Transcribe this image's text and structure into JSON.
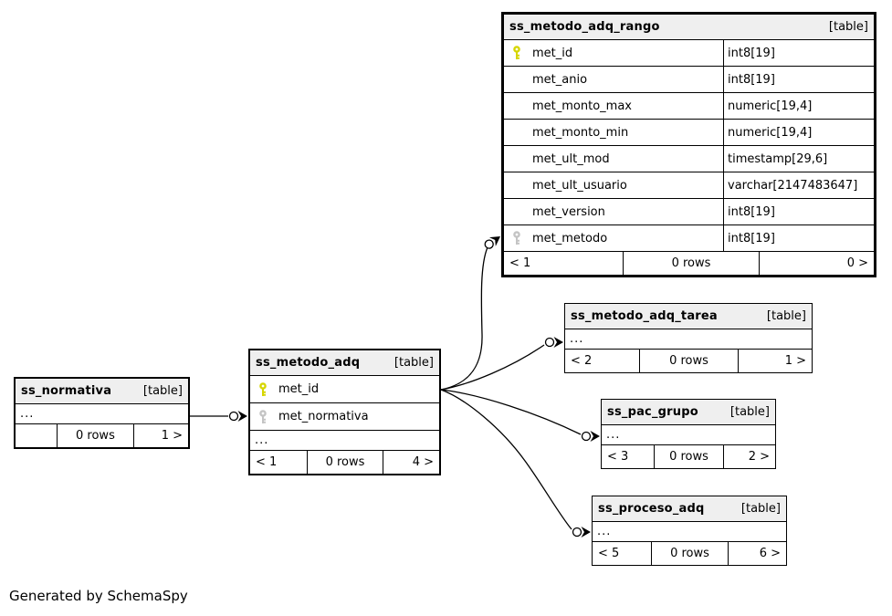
{
  "diagram": {
    "generated_by": "Generated by SchemaSpy"
  },
  "colors": {
    "background": "#ffffff",
    "border": "#000000",
    "header_bg": "#efefef",
    "primary_key_icon": "#d6d600",
    "foreign_key_icon": "#c4c4c4"
  },
  "tables": {
    "rango": {
      "name": "ss_metodo_adq_rango",
      "tag": "[table]",
      "columns": [
        {
          "icon": "primary-key",
          "name": "met_id",
          "type": "int8[19]"
        },
        {
          "icon": "",
          "name": "met_anio",
          "type": "int8[19]"
        },
        {
          "icon": "",
          "name": "met_monto_max",
          "type": "numeric[19,4]"
        },
        {
          "icon": "",
          "name": "met_monto_min",
          "type": "numeric[19,4]"
        },
        {
          "icon": "",
          "name": "met_ult_mod",
          "type": "timestamp[29,6]"
        },
        {
          "icon": "",
          "name": "met_ult_usuario",
          "type": "varchar[2147483647]"
        },
        {
          "icon": "",
          "name": "met_version",
          "type": "int8[19]"
        },
        {
          "icon": "foreign-key",
          "name": "met_metodo",
          "type": "int8[19]"
        }
      ],
      "footer": {
        "prev": "< 1",
        "rows": "0 rows",
        "next": "0 >"
      }
    },
    "metodo_adq": {
      "name": "ss_metodo_adq",
      "tag": "[table]",
      "columns": [
        {
          "icon": "primary-key",
          "name": "met_id"
        },
        {
          "icon": "foreign-key",
          "name": "met_normativa"
        }
      ],
      "ellipsis": "...",
      "footer": {
        "prev": "< 1",
        "rows": "0 rows",
        "next": "4 >"
      }
    },
    "normativa": {
      "name": "ss_normativa",
      "tag": "[table]",
      "ellipsis": "...",
      "footer": {
        "prev": "",
        "rows": "0 rows",
        "next": "1 >"
      }
    },
    "tarea": {
      "name": "ss_metodo_adq_tarea",
      "tag": "[table]",
      "ellipsis": "...",
      "footer": {
        "prev": "< 2",
        "rows": "0 rows",
        "next": "1 >"
      }
    },
    "pac_grupo": {
      "name": "ss_pac_grupo",
      "tag": "[table]",
      "ellipsis": "...",
      "footer": {
        "prev": "< 3",
        "rows": "0 rows",
        "next": "2 >"
      }
    },
    "proceso_adq": {
      "name": "ss_proceso_adq",
      "tag": "[table]",
      "ellipsis": "...",
      "footer": {
        "prev": "< 5",
        "rows": "0 rows",
        "next": "6 >"
      }
    }
  }
}
